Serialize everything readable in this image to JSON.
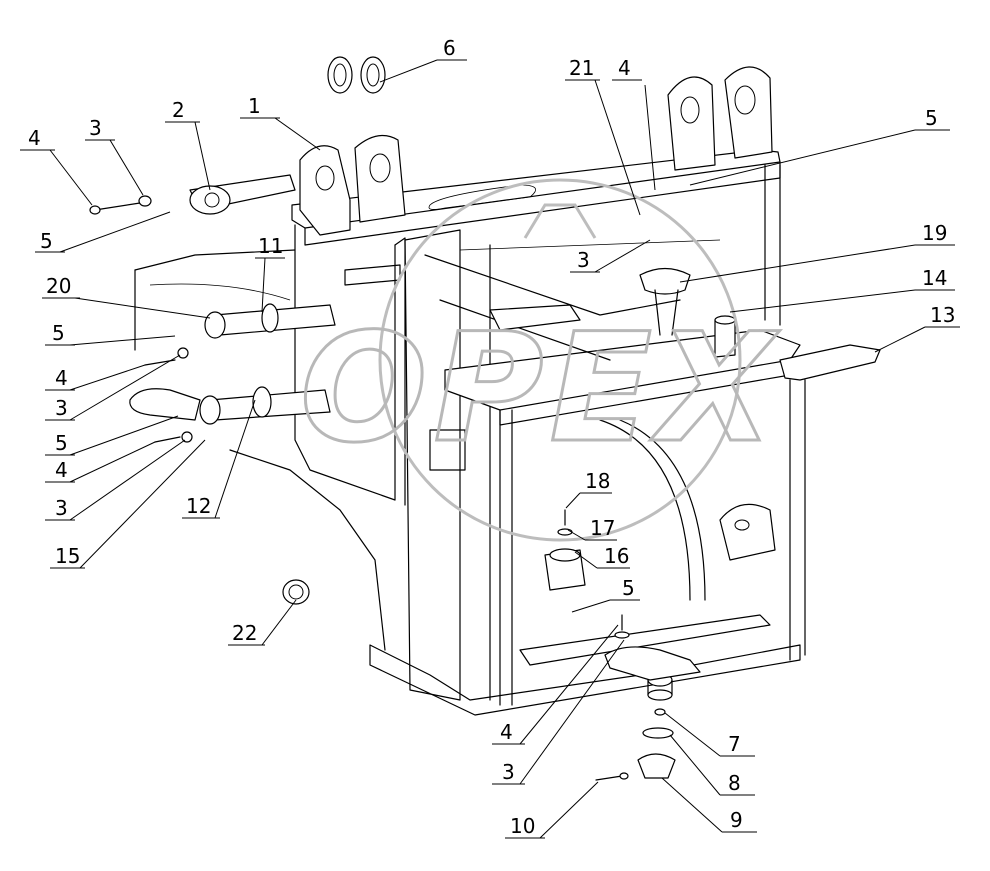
{
  "diagram": {
    "callouts": [
      {
        "id": "c1",
        "label": "1"
      },
      {
        "id": "c2",
        "label": "2"
      },
      {
        "id": "c3a",
        "label": "3"
      },
      {
        "id": "c4a",
        "label": "4"
      },
      {
        "id": "c5a",
        "label": "5"
      },
      {
        "id": "c6",
        "label": "6"
      },
      {
        "id": "c21",
        "label": "21"
      },
      {
        "id": "c4b",
        "label": "4"
      },
      {
        "id": "c5b",
        "label": "5"
      },
      {
        "id": "c19",
        "label": "19"
      },
      {
        "id": "c3b",
        "label": "3"
      },
      {
        "id": "c14",
        "label": "14"
      },
      {
        "id": "c13",
        "label": "13"
      },
      {
        "id": "c11",
        "label": "11"
      },
      {
        "id": "c20",
        "label": "20"
      },
      {
        "id": "c5c",
        "label": "5"
      },
      {
        "id": "c4c",
        "label": "4"
      },
      {
        "id": "c3c",
        "label": "3"
      },
      {
        "id": "c5d",
        "label": "5"
      },
      {
        "id": "c4d",
        "label": "4"
      },
      {
        "id": "c3d",
        "label": "3"
      },
      {
        "id": "c12",
        "label": "12"
      },
      {
        "id": "c15",
        "label": "15"
      },
      {
        "id": "c18",
        "label": "18"
      },
      {
        "id": "c17",
        "label": "17"
      },
      {
        "id": "c16",
        "label": "16"
      },
      {
        "id": "c5e",
        "label": "5"
      },
      {
        "id": "c22",
        "label": "22"
      },
      {
        "id": "c4e",
        "label": "4"
      },
      {
        "id": "c3e",
        "label": "3"
      },
      {
        "id": "c7",
        "label": "7"
      },
      {
        "id": "c8",
        "label": "8"
      },
      {
        "id": "c9",
        "label": "9"
      },
      {
        "id": "c10",
        "label": "10"
      }
    ]
  },
  "watermark": {
    "text": "OPEX"
  }
}
